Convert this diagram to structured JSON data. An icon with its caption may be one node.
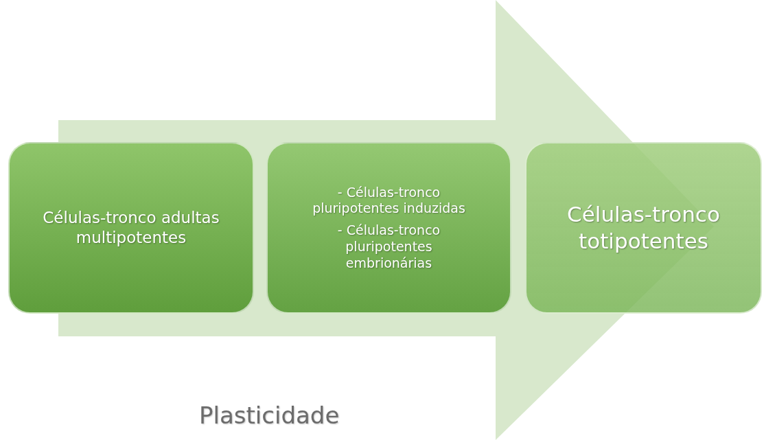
{
  "diagram": {
    "nodes": [
      {
        "text": [
          "Células-tronco adultas multipotentes"
        ]
      },
      {
        "text": [
          "- Células-tronco pluripotentes induzidas",
          "- Células-tronco pluripotentes embrionárias"
        ]
      },
      {
        "text": [
          "Células-tronco totipotentes"
        ]
      }
    ],
    "edges": [
      {
        "from": 0,
        "to": 2,
        "arrow": "to"
      }
    ],
    "labels": [
      "Plasticidade"
    ]
  }
}
